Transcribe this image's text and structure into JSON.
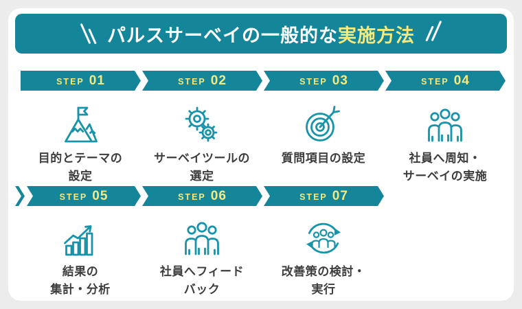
{
  "title": {
    "main": "パルスサーベイの一般的な",
    "accent": "実施方法"
  },
  "colors": {
    "banner_teal": "#15869a",
    "accent_yellow": "#f4ea7d",
    "icon_teal": "#1793aa",
    "caption_text": "#3d3d3d",
    "page_background": "#ececec",
    "card_background": "#ffffff"
  },
  "steps": [
    {
      "step_word": "STEP",
      "number": "01",
      "icon": "mountain-flag-icon",
      "line1": "目的とテーマの",
      "line2": "設定"
    },
    {
      "step_word": "STEP",
      "number": "02",
      "icon": "gears-icon",
      "line1": "サーベイツールの",
      "line2": "選定"
    },
    {
      "step_word": "STEP",
      "number": "03",
      "icon": "target-arrow-icon",
      "line1": "質問項目の設定",
      "line2": ""
    },
    {
      "step_word": "STEP",
      "number": "04",
      "icon": "people-group-icon",
      "line1": "社員へ周知・",
      "line2": "サーベイの実施"
    },
    {
      "step_word": "STEP",
      "number": "05",
      "icon": "bar-chart-growth-icon",
      "line1": "結果の",
      "line2": "集計・分析"
    },
    {
      "step_word": "STEP",
      "number": "06",
      "icon": "people-group-icon",
      "line1": "社員へフィード",
      "line2": "バック"
    },
    {
      "step_word": "STEP",
      "number": "07",
      "icon": "people-cycle-icon",
      "line1": "改善策の検討・",
      "line2": "実行"
    }
  ]
}
